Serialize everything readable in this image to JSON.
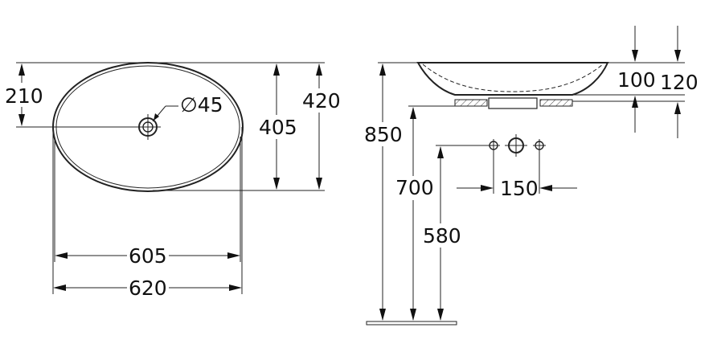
{
  "top_view": {
    "dim_210": "210",
    "dim_405": "405",
    "dim_420": "420",
    "dim_605": "605",
    "dim_620": "620",
    "hole_label": "∅45"
  },
  "side_view": {
    "dim_100": "100",
    "dim_120": "120",
    "dim_850": "850",
    "dim_700": "700",
    "dim_580": "580",
    "dim_150": "150"
  }
}
